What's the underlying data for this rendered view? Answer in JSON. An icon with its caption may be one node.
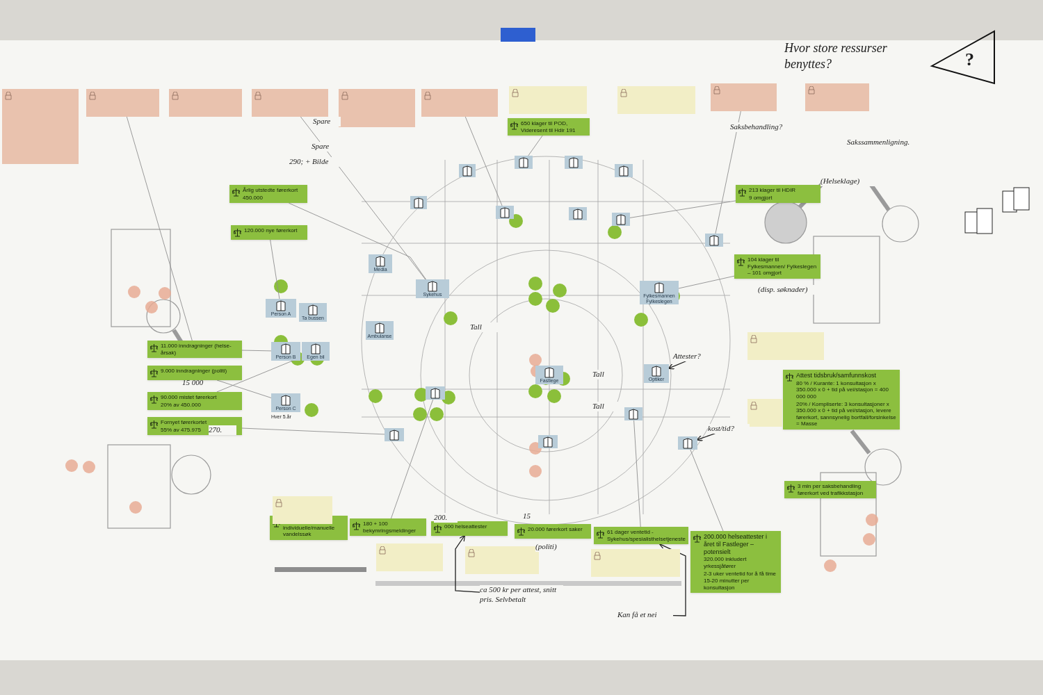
{
  "diagram": {
    "nodes": [
      {
        "text": [
          "Årlig utstedte førerkort",
          "450.000"
        ]
      },
      {
        "text": [
          "120.000 nye førerkort"
        ]
      },
      {
        "text": [
          "11.000 inndragninger (helse-årsak)"
        ]
      },
      {
        "text": [
          "9.000 inndragninger (politi)"
        ]
      },
      {
        "text": [
          "90.000 mistet førerkort",
          "20% av 450.000"
        ]
      },
      {
        "text": [
          "Fornyet førerkortet",
          "55% av 475.975"
        ]
      },
      {
        "text": [
          "650 klager til POD, Videresent til Hdir 191"
        ]
      },
      {
        "text": [
          "213 klager til HDIR",
          "9 omgjort"
        ]
      },
      {
        "text": [
          "104 klager til Fylkesmannen/ Fylkeslegen – 101 omgjort"
        ]
      },
      {
        "text": [
          "Attest tidsbruk/samfunnskost",
          "80 % / Kurante: 1 konsultasjon x 350.000 x 0 + tid på vei/stasjon = 400 000 000",
          "20% / Kompliserte: 3 konsultasjoner x 350.000 x 0 + tid på vei/stasjon, levere førerkort, sannsynelig bortfall/forsinkelse = Masse"
        ]
      },
      {
        "text": [
          "3 min per saksbehandling førerkort ved trafikkstasjon"
        ]
      },
      {
        "text": [
          "564.607 individuelle/manuelle vandelssøk"
        ]
      },
      {
        "text": [
          "180 + 100 bekymringsmeldinger"
        ]
      },
      {
        "text": [
          "000 helseattester"
        ]
      },
      {
        "text": [
          "20.000 førerkort saker"
        ]
      },
      {
        "text": [
          "61 dager ventetid - Sykehus/spesialisthelsetjeneste"
        ]
      },
      {
        "text": [
          "200.000 helseattester i året til Fastleger – potensielt",
          "320.000 inkludert yrkessjåfører",
          "2-3 uker ventetid for å få time",
          "15-20 minutter per konsultasjon"
        ]
      },
      {
        "text": [],
        "shape": "box"
      },
      {
        "text": [],
        "shape": "box"
      },
      {
        "text": [],
        "shape": "box"
      },
      {
        "text": [],
        "shape": "box"
      },
      {
        "text": [],
        "shape": "box"
      },
      {
        "text": [],
        "shape": "box"
      },
      {
        "text": [],
        "shape": "box"
      },
      {
        "text": [],
        "shape": "box"
      },
      {
        "text": [],
        "shape": "box"
      },
      {
        "text": [],
        "shape": "box"
      },
      {
        "text": [],
        "shape": "box"
      },
      {
        "text": [],
        "shape": "box"
      },
      {
        "text": [],
        "shape": "box"
      },
      {
        "text": [],
        "shape": "box"
      },
      {
        "text": [],
        "shape": "box"
      },
      {
        "text": [],
        "shape": "box"
      },
      {
        "text": [
          "Person A"
        ]
      },
      {
        "text": [
          "Ta bussen"
        ]
      },
      {
        "text": [
          "Person B"
        ]
      },
      {
        "text": [
          "Egen bil"
        ]
      },
      {
        "text": [
          "Person C"
        ],
        "beside": [
          "Hver 5.år"
        ]
      },
      {
        "text": [
          "Media"
        ]
      },
      {
        "text": [
          "Ambulanse"
        ]
      },
      {
        "text": [
          "Sykehus"
        ]
      },
      {
        "text": [
          "Fastlege"
        ]
      },
      {
        "text": [
          "Fylkesmannen",
          "Fylkeslegen"
        ]
      },
      {
        "text": [
          "Optiker"
        ]
      },
      {
        "text": [],
        "shape": "box"
      },
      {
        "text": [],
        "shape": "box"
      },
      {
        "text": [],
        "shape": "box"
      },
      {
        "text": [],
        "shape": "box"
      },
      {
        "text": [],
        "shape": "box"
      },
      {
        "text": [],
        "shape": "box"
      },
      {
        "text": [],
        "shape": "box"
      },
      {
        "text": [],
        "shape": "box"
      },
      {
        "text": [],
        "shape": "box"
      },
      {
        "text": [],
        "shape": "box"
      },
      {
        "text": [],
        "shape": "box"
      },
      {
        "text": [],
        "shape": "box"
      },
      {
        "text": [],
        "shape": "box"
      },
      {
        "text": [],
        "shape": "box"
      },
      {
        "text": [
          "ca 500 kr per attest, snitt pris. Selvbetalt"
        ]
      },
      {
        "text": [
          "Kan få et nei"
        ]
      },
      {
        "text": [
          "Attester?"
        ]
      },
      {
        "text": [
          "kost/tid?"
        ]
      }
    ],
    "edges": [
      {
        "from": 1,
        "to": 33,
        "arrow": "none"
      },
      {
        "from": 2,
        "to": 35,
        "arrow": "none"
      },
      {
        "from": 3,
        "to": 37,
        "arrow": "none"
      },
      {
        "from": 4,
        "to": 36,
        "arrow": "none"
      },
      {
        "from": 5,
        "to": 56,
        "arrow": "none"
      },
      {
        "from": 0,
        "to": 40,
        "arrow": "none"
      },
      {
        "from": 6,
        "to": 45,
        "arrow": "none"
      },
      {
        "from": 7,
        "to": 51,
        "arrow": "none"
      },
      {
        "from": 8,
        "to": 42,
        "arrow": "none"
      },
      {
        "from": 18,
        "to": 2,
        "arrow": "none"
      },
      {
        "from": 20,
        "to": 40,
        "arrow": "none"
      },
      {
        "from": 22,
        "to": 49,
        "arrow": "none"
      },
      {
        "from": 23,
        "to": 55,
        "arrow": "none"
      },
      {
        "from": 12,
        "to": 57,
        "arrow": "none"
      },
      {
        "from": 15,
        "to": 53,
        "arrow": "none"
      },
      {
        "from": 16,
        "to": 54,
        "arrow": "none"
      },
      {
        "from": 58,
        "to": 13,
        "arrow": "to",
        "color": "#1f1f1f"
      },
      {
        "from": 59,
        "to": 15,
        "arrow": "to",
        "color": "#1f1f1f"
      },
      {
        "from": 60,
        "to": 43,
        "arrow": "to",
        "color": "#1f1f1f"
      },
      {
        "from": 61,
        "to": 54,
        "arrow": "to",
        "color": "#1f1f1f"
      }
    ],
    "labels": [
      "Hvor store ressurser benyttes?",
      "Spare",
      "Saksbehandling?",
      "Spare",
      "Sakssammenligning.",
      "290; + Bilde",
      "(Helseklage)",
      "(disp. søknader)",
      "Tall",
      "Tall",
      "15 000",
      "270.",
      "Tall",
      "15",
      "200.",
      "(politi)",
      "?"
    ]
  }
}
